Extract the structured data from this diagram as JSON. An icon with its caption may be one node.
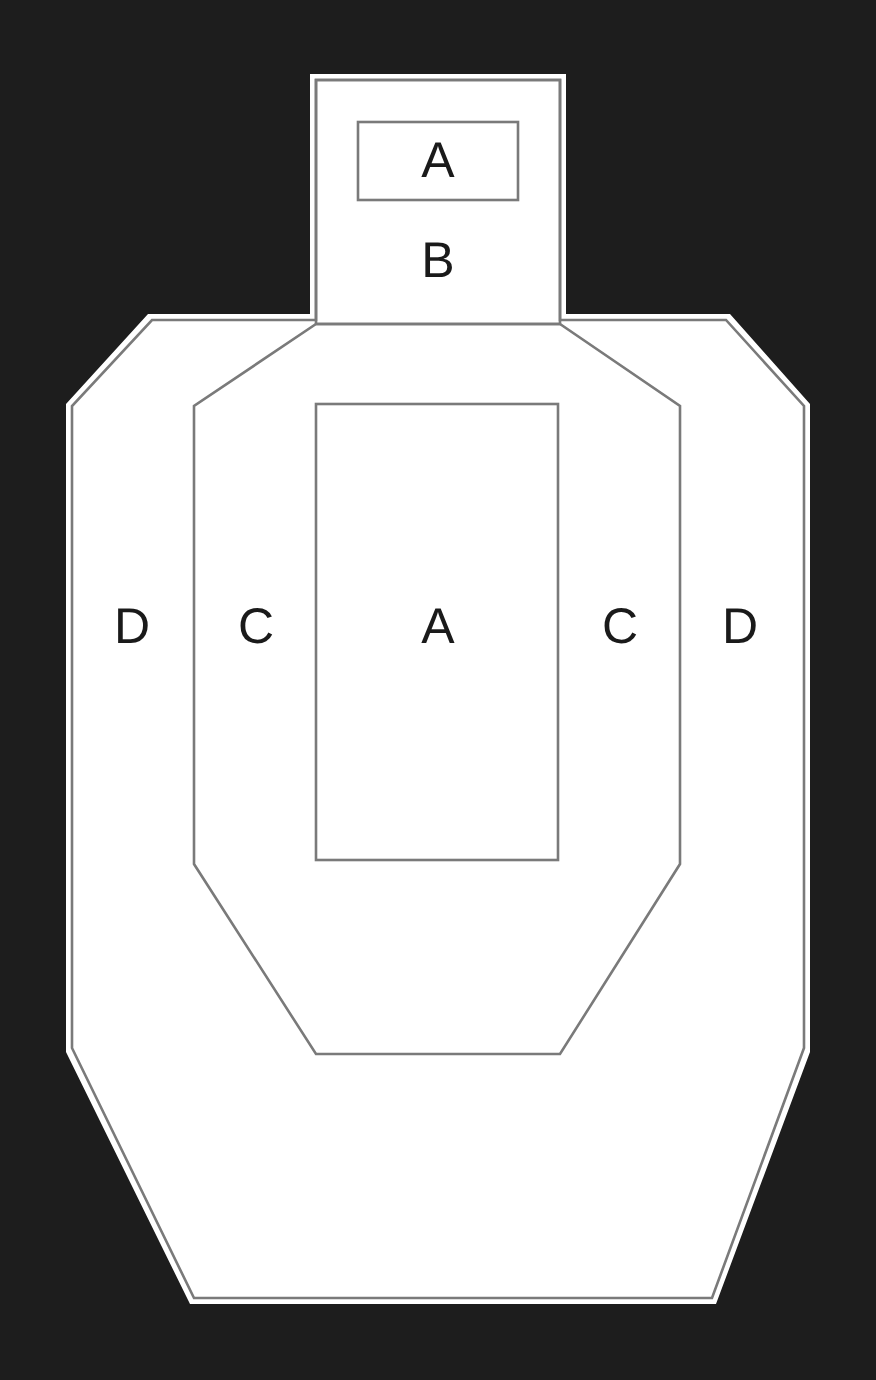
{
  "diagram": {
    "nodes": [
      {
        "text": [
          "D",
          "D"
        ]
      },
      {
        "text": [
          "B"
        ],
        "in": 0
      },
      {
        "text": [
          "A"
        ],
        "in": 1
      },
      {
        "text": [
          "C",
          "C"
        ],
        "in": 0
      },
      {
        "text": [
          "A"
        ],
        "in": 3
      }
    ]
  }
}
